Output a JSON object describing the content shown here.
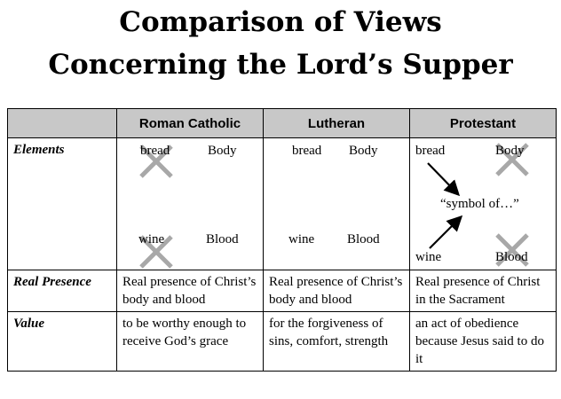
{
  "title": {
    "line1": "Comparison of Views",
    "line2": "Concerning the Lord’s Supper"
  },
  "columns": [
    "",
    "Roman Catholic",
    "Lutheran",
    "Protestant"
  ],
  "rows": {
    "elements": {
      "label": "Elements",
      "roman_catholic": {
        "bread": "bread",
        "body": "Body",
        "wine": "wine",
        "blood": "Blood"
      },
      "lutheran": {
        "bread": "bread",
        "body": "Body",
        "wine": "wine",
        "blood": "Blood"
      },
      "protestant": {
        "bread": "bread",
        "body": "Body",
        "symbol": "“symbol of…”",
        "wine": "wine",
        "blood": "Blood"
      }
    },
    "real_presence": {
      "label": "Real Presence",
      "cells": [
        "Real presence of Christ’s body and blood",
        "Real presence of Christ’s body and blood",
        "Real presence of Christ in the Sacrament"
      ]
    },
    "value": {
      "label": "Value",
      "cells": [
        "to be worthy enough to receive God’s grace",
        "for the forgiveness of sins, comfort, strength",
        "an act of obedience because Jesus said to do it"
      ]
    }
  },
  "colors": {
    "header_bg": "#c8c8c8",
    "cross_mark": "#a8a8a8"
  },
  "icons": [
    "cross-out-mark",
    "arrow"
  ]
}
